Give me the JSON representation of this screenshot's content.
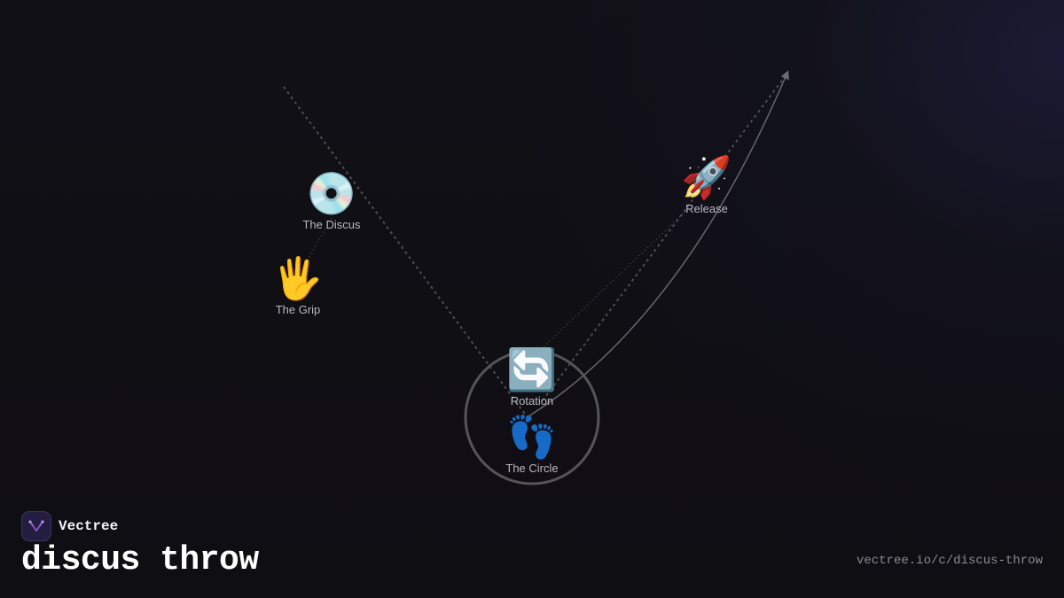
{
  "brand": {
    "name": "Vectree",
    "logo_icon": "vectree-logo-icon"
  },
  "title": "discus throw",
  "url": "vectree.io/c/discus-throw",
  "colors": {
    "background": "#111016",
    "edge": "#5a5a60",
    "circle_stroke": "#555558",
    "label": "#b9b8c2",
    "logo_bg": "#231e40",
    "logo_mark": "#a46be0"
  },
  "nodes": [
    {
      "id": "discus",
      "label": "The Discus",
      "icon": "💿",
      "icon_name": "optical-disc-icon"
    },
    {
      "id": "grip",
      "label": "The Grip",
      "icon": "🖐",
      "icon_name": "raised-hand-icon"
    },
    {
      "id": "rotation",
      "label": "Rotation",
      "icon": "🔄",
      "icon_name": "rotation-arrows-icon"
    },
    {
      "id": "circle",
      "label": "The Circle",
      "icon": "👣",
      "icon_name": "footprints-icon"
    },
    {
      "id": "release",
      "label": "Release",
      "icon": "🚀",
      "icon_name": "rocket-icon"
    }
  ]
}
